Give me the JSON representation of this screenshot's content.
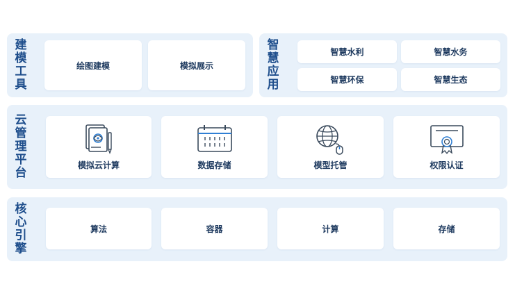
{
  "sections": {
    "modeling_tools": {
      "title_chars": [
        "建",
        "模",
        "工",
        "具"
      ],
      "items": [
        "绘图建模",
        "模拟展示"
      ]
    },
    "smart_apps": {
      "title_chars": [
        "智",
        "慧",
        "应",
        "用"
      ],
      "items": [
        "智慧水利",
        "智慧水务",
        "智慧环保",
        "智慧生态"
      ]
    },
    "cloud_platform": {
      "title_chars": [
        "云",
        "管",
        "理",
        "平",
        "台"
      ],
      "items": [
        {
          "label": "模拟云计算",
          "icon": "simulation-document-icon"
        },
        {
          "label": "数据存储",
          "icon": "calendar-grid-icon"
        },
        {
          "label": "模型托管",
          "icon": "globe-mouse-icon"
        },
        {
          "label": "权限认证",
          "icon": "certificate-icon"
        }
      ]
    },
    "core_engine": {
      "title_chars": [
        "核",
        "心",
        "引",
        "擎"
      ],
      "items": [
        "算法",
        "容器",
        "计算",
        "存储"
      ]
    }
  },
  "colors": {
    "panel_bg": "#e8f1fa",
    "title": "#1e4e8c",
    "card_text": "#1e3a5f",
    "icon_stroke": "#3a4a5c",
    "icon_accent": "#2f7fd4"
  }
}
